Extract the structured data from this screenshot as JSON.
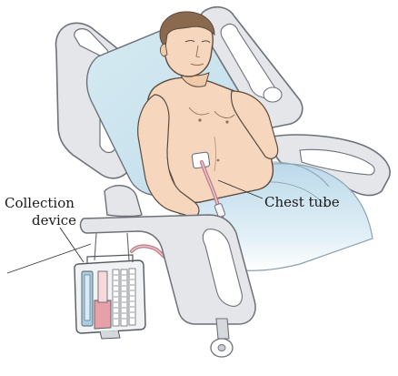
{
  "labels": {
    "collection_line1": "Collection",
    "collection_line2": "device",
    "chest_tube": "Chest tube"
  },
  "colors": {
    "bed_frame": "#e4e6ea",
    "bed_outline": "#6d7178",
    "mattress": "#cfe6f0",
    "skin": "#f6d7bd",
    "hair": "#8a6a4e",
    "blanket": "#c8e0ee",
    "tube": "#c98f9a",
    "device_pink": "#e6a0a8",
    "device_blue": "#a9cfe6"
  }
}
